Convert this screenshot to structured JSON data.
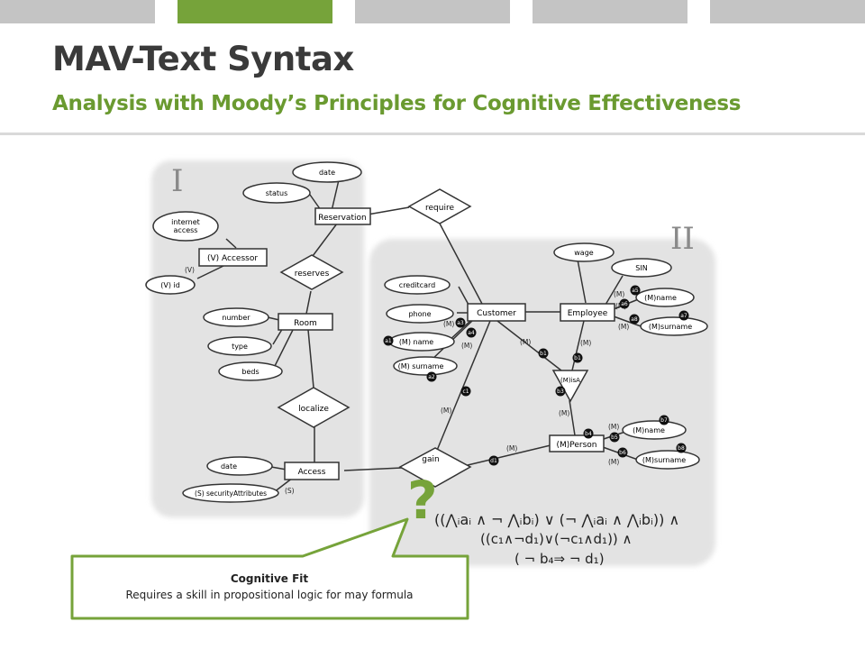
{
  "header": {
    "title": "MAV-Text Syntax",
    "subtitle": "Analysis with Moody’s Principles for Cognitive Effectiveness"
  },
  "colors": {
    "accent": "#76a33a",
    "bar_gray": "#c4c4c4",
    "region": "#e3e3e3",
    "title": "#3a3a3a"
  },
  "diagram": {
    "region_labels": [
      "I",
      "II"
    ],
    "relationships": [
      "require",
      "reserves",
      "localize",
      "gain"
    ],
    "entities": [
      "Reservation",
      "(V) Accessor",
      "Room",
      "Access",
      "Customer",
      "Employee",
      "(M)isA",
      "(M)Person"
    ],
    "attributes": [
      "date",
      "status",
      "internet access",
      "(V) id",
      "number",
      "type",
      "beds",
      "date",
      "(S) securityAttributes",
      "creditcard",
      "phone",
      "(M) name",
      "(M) surname",
      "wage",
      "SIN",
      "(M)name",
      "(M)surname",
      "(M)name",
      "(M)surname"
    ],
    "markers": [
      "a1",
      "a2",
      "a3",
      "a4",
      "a5",
      "a6",
      "a7",
      "a8",
      "b1",
      "b3",
      "b4",
      "b5",
      "b6",
      "b7",
      "b8",
      "c1",
      "d1"
    ],
    "edge_labels": [
      "(V)",
      "(S)",
      "(M)",
      "(M)",
      "(M)",
      "(M)",
      "(M)",
      "(M)",
      "(M)",
      "(M)",
      "(M)",
      "(M)",
      "(M)",
      "(M)"
    ],
    "question_mark": "?",
    "formula": [
      "((⋀ᵢaᵢ ∧ ¬ ⋀ᵢbᵢ) ∨ (¬ ⋀ᵢaᵢ ∧ ⋀ᵢbᵢ)) ∧",
      "((c₁∧¬d₁)∨(¬c₁∧d₁)) ∧",
      "( ¬ b₄⇒ ¬ d₁)"
    ]
  },
  "callout": {
    "heading": "Cognitive Fit",
    "text": "Requires a skill in propositional logic for may formula"
  }
}
